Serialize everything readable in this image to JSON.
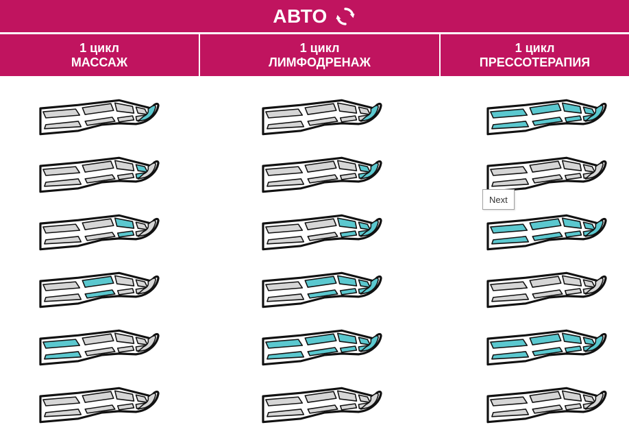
{
  "header": {
    "title": "АВТО",
    "icon": "refresh-cycle-icon",
    "background": "#c0145f"
  },
  "columns": [
    {
      "line1": "1 цикл",
      "line2": "МАССАЖ"
    },
    {
      "line1": "1 цикл",
      "line2": "ЛИМФОДРЕНАЖ"
    },
    {
      "line1": "1 цикл",
      "line2": "ПРЕССОТЕРАПИЯ"
    }
  ],
  "colors": {
    "active_chamber": "#5bc8cf",
    "inactive_chamber": "#d6d6d6",
    "outline": "#111111"
  },
  "chamber_order": [
    "thigh",
    "upper-calf",
    "lower-calf",
    "ankle",
    "foot"
  ],
  "steps": {
    "massage": [
      [
        "foot"
      ],
      [
        "ankle"
      ],
      [
        "lower-calf"
      ],
      [
        "upper-calf"
      ],
      [
        "thigh"
      ],
      []
    ],
    "lymphodrainage": [
      [
        "foot"
      ],
      [
        "ankle",
        "foot"
      ],
      [
        "lower-calf",
        "ankle",
        "foot"
      ],
      [
        "upper-calf",
        "lower-calf",
        "ankle",
        "foot"
      ],
      [
        "thigh",
        "upper-calf",
        "lower-calf",
        "ankle",
        "foot"
      ],
      []
    ],
    "pressotherapy": [
      [
        "thigh",
        "upper-calf",
        "lower-calf",
        "ankle",
        "foot"
      ],
      [],
      [
        "thigh",
        "upper-calf",
        "lower-calf",
        "ankle",
        "foot"
      ],
      [],
      [
        "thigh",
        "upper-calf",
        "lower-calf",
        "ankle",
        "foot"
      ],
      []
    ]
  },
  "tooltip": {
    "text": "Next"
  }
}
